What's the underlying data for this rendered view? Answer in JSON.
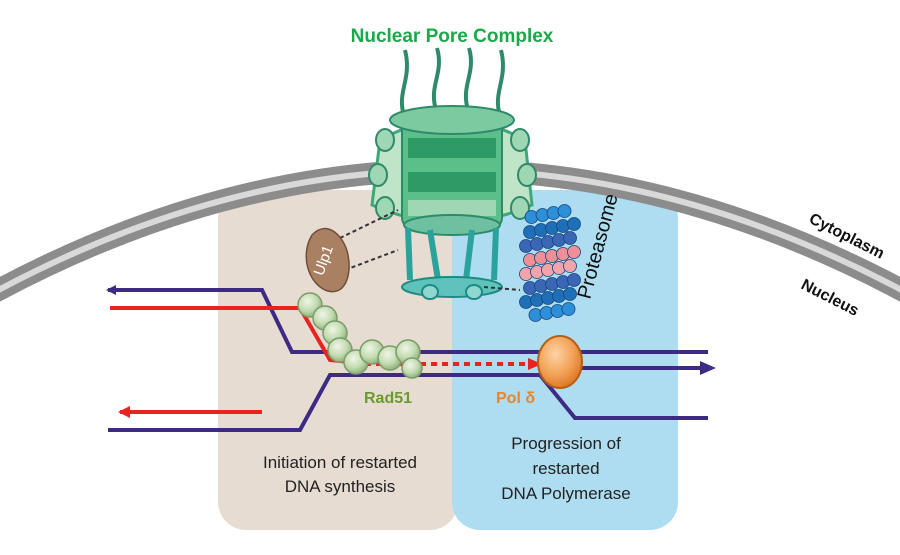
{
  "labels": {
    "title": "Nuclear Pore Complex",
    "cytoplasm": "Cytoplasm",
    "nucleus": "Nucleus",
    "ulp1": "Ulp1",
    "proteasome": "Proteasome",
    "rad51": "Rad51",
    "pol_delta": "Pol δ",
    "left_panel": [
      "Initiation of restarted",
      "DNA synthesis"
    ],
    "right_panel": [
      "Progression of",
      "restarted",
      "DNA Polymerase"
    ]
  },
  "colors": {
    "title_green": "#1aa84a",
    "rad51_green": "#6b9a2f",
    "pol_orange": "#e8862a",
    "left_panel_fill": "#e6dcd1",
    "right_panel_fill": "#aedcf0",
    "membrane_gray": "#8c8c8c",
    "dna_purple": "#3d2a82",
    "dna_red": "#e8231f",
    "pore_green": "#3fa87a",
    "ulp1_brown": "#a98062",
    "proteasome_blue": "#2d8fd8",
    "proteasome_pink": "#ef8f98"
  }
}
